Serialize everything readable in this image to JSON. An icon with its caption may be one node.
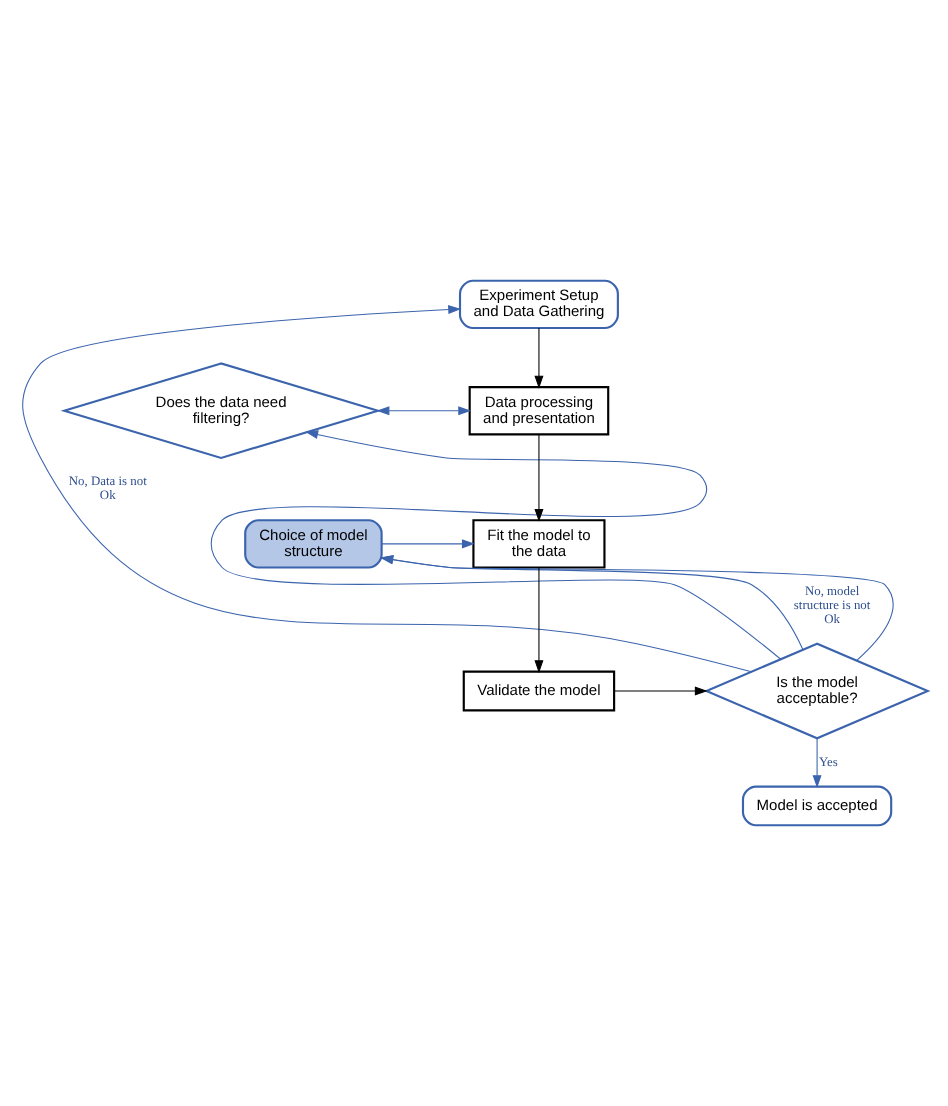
{
  "diagram": {
    "nodes": [
      {
        "text": [
          "Experiment Setup and Data Gathering"
        ]
      },
      {
        "text": [
          "Does the data need filtering?"
        ]
      },
      {
        "text": [
          "Choice of model structure"
        ]
      },
      {
        "text": [
          "Is the model acceptable?"
        ]
      },
      {
        "text": [
          "Model is accepted"
        ]
      },
      {
        "text": [
          "Data processing and presentation"
        ]
      },
      {
        "text": [
          "Fit the model to the data"
        ]
      },
      {
        "text": [
          "Validate the model"
        ]
      }
    ],
    "edges": [
      {
        "from": 0,
        "to": 5,
        "arrow": "to",
        "color": "#000000"
      },
      {
        "from": 1,
        "to": 5,
        "arrow": "both"
      },
      {
        "from": 5,
        "to": 6,
        "arrow": "to",
        "color": "#000000"
      },
      {
        "from": 2,
        "to": 6,
        "arrow": "to"
      },
      {
        "from": 6,
        "to": 7,
        "arrow": "to",
        "color": "#000000"
      },
      {
        "from": 7,
        "to": 3,
        "arrow": "to",
        "color": "#000000"
      },
      {
        "from": 3,
        "to": 2,
        "arrow": "to",
        "label": "No, model structure is not Ok"
      },
      {
        "from": 3,
        "to": 0,
        "arrow": "to",
        "label": "No, Data is not Ok"
      },
      {
        "from": 3,
        "to": 1,
        "arrow": "to"
      },
      {
        "from": 3,
        "to": 2,
        "arrow": "to"
      },
      {
        "from": 3,
        "to": 4,
        "arrow": "to",
        "label": "Yes"
      }
    ]
  }
}
